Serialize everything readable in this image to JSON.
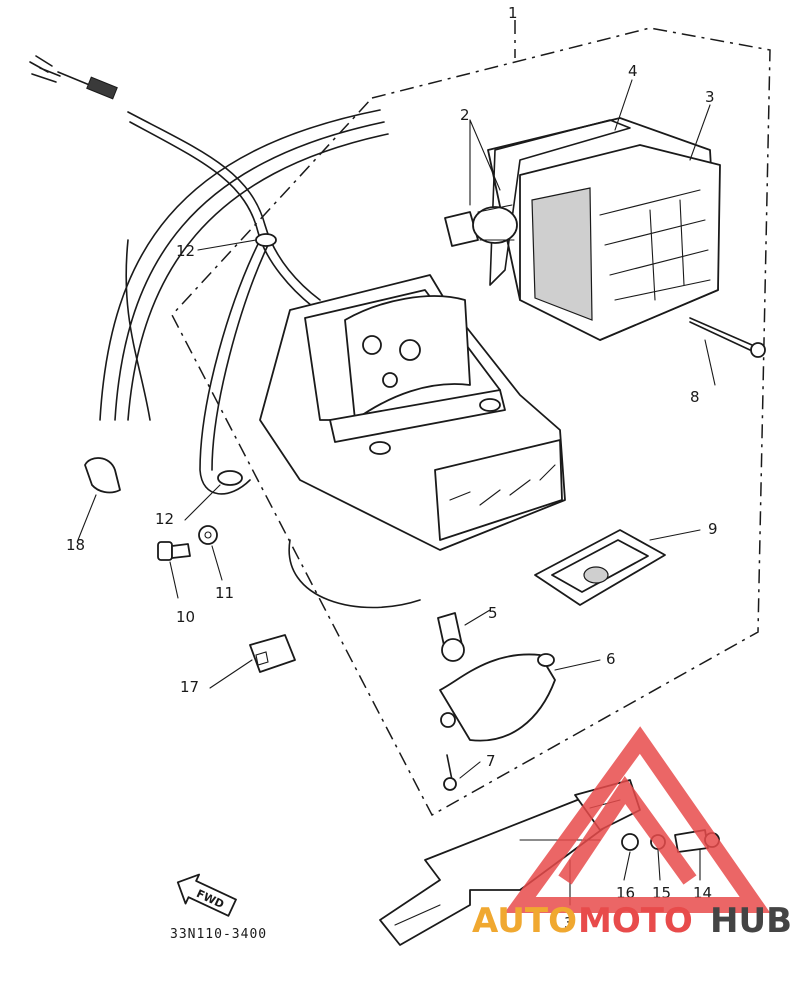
{
  "callouts": {
    "n1": "1",
    "n2": "2",
    "n3a": "3",
    "n3b": "3",
    "n4": "4",
    "n5": "5",
    "n6": "6",
    "n7": "7",
    "n8": "8",
    "n9": "9",
    "n10": "10",
    "n11": "11",
    "n12a": "12",
    "n12b": "12",
    "n14": "14",
    "n15": "15",
    "n16": "16",
    "n17": "17",
    "n18": "18"
  },
  "fwd_label": "FWD",
  "diagram_code": "33N110-3400",
  "watermark": {
    "auto": "AUTO",
    "moto": "MOTO",
    "hub": "HUB",
    "accent_color": "#e84b4b",
    "orange_color": "#f0a830",
    "gray_color": "#444444"
  }
}
